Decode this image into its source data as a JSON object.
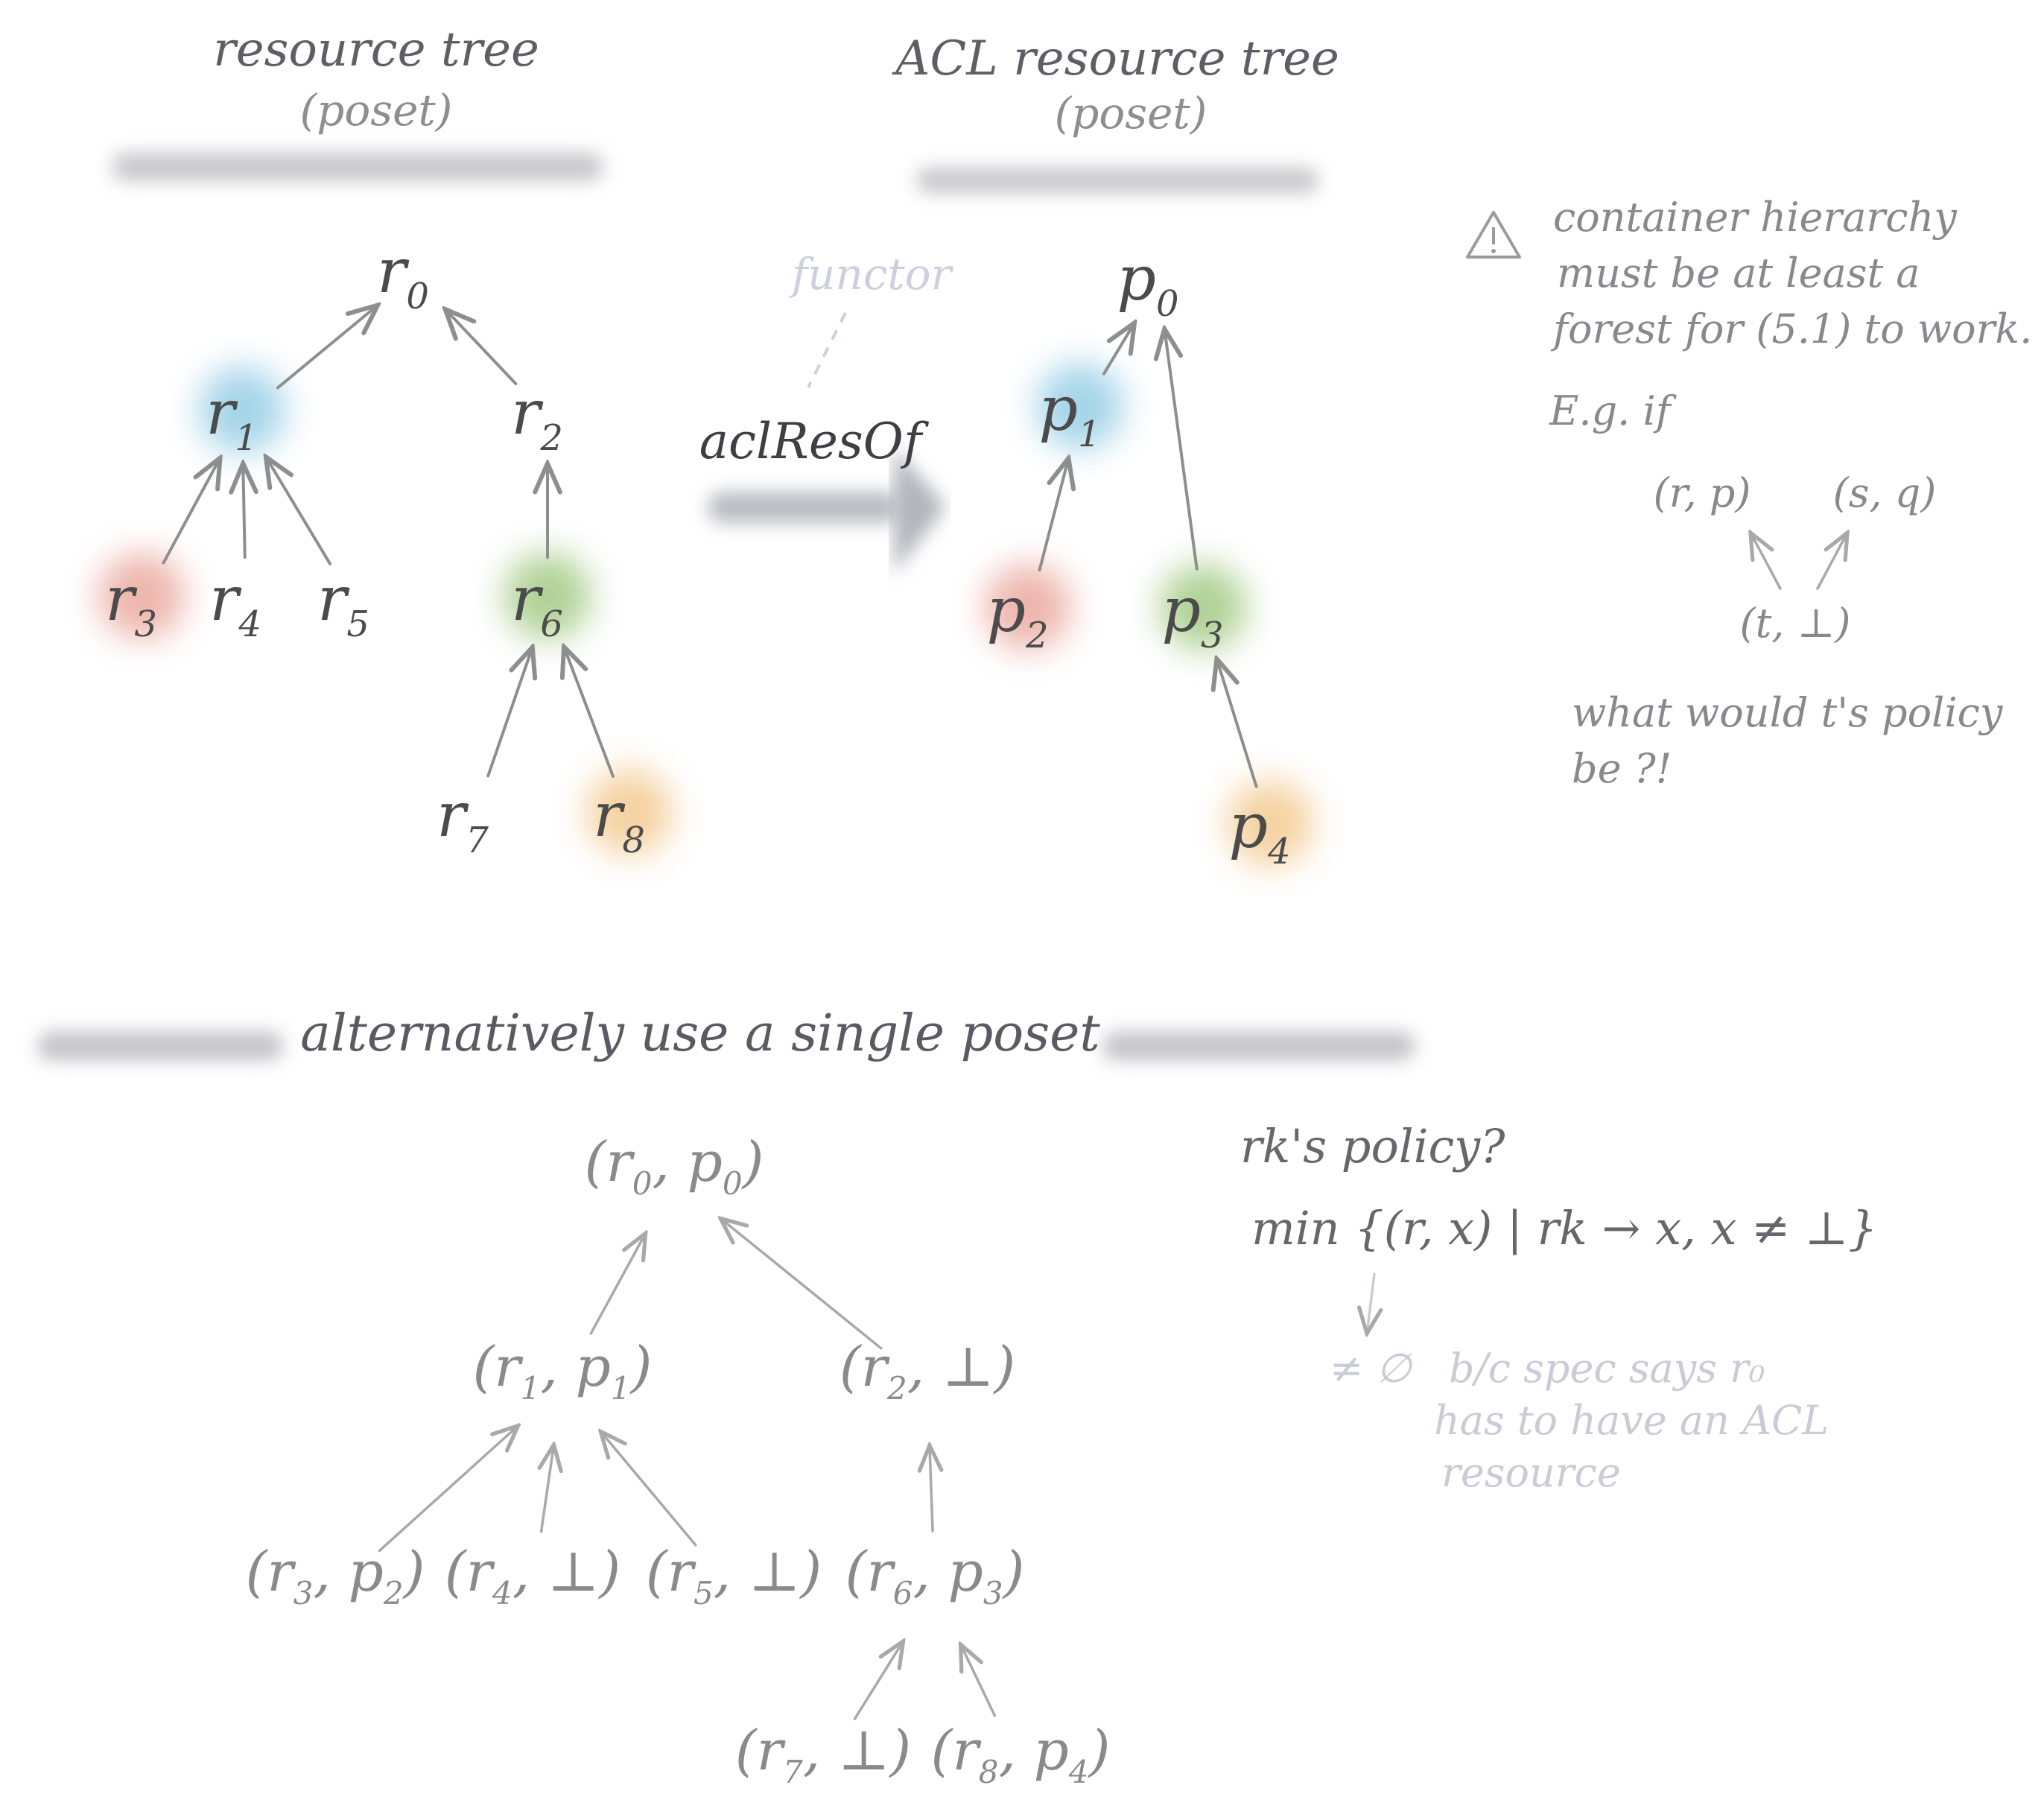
{
  "resource_tree": {
    "title": "resource tree",
    "subtitle": "(poset)",
    "nodes": [
      {
        "id": "r0",
        "base": "r",
        "sub": "0",
        "color": ""
      },
      {
        "id": "r1",
        "base": "r",
        "sub": "1",
        "color": "#7fc3e0"
      },
      {
        "id": "r2",
        "base": "r",
        "sub": "2",
        "color": ""
      },
      {
        "id": "r3",
        "base": "r",
        "sub": "3",
        "color": "#e6978a"
      },
      {
        "id": "r4",
        "base": "r",
        "sub": "4",
        "color": ""
      },
      {
        "id": "r5",
        "base": "r",
        "sub": "5",
        "color": ""
      },
      {
        "id": "r6",
        "base": "r",
        "sub": "6",
        "color": "#8fbf6a"
      },
      {
        "id": "r7",
        "base": "r",
        "sub": "7",
        "color": ""
      },
      {
        "id": "r8",
        "base": "r",
        "sub": "8",
        "color": "#f1c07a"
      }
    ],
    "edges": [
      [
        "r1",
        "r0"
      ],
      [
        "r2",
        "r0"
      ],
      [
        "r3",
        "r1"
      ],
      [
        "r4",
        "r1"
      ],
      [
        "r5",
        "r1"
      ],
      [
        "r6",
        "r2"
      ],
      [
        "r7",
        "r6"
      ],
      [
        "r8",
        "r6"
      ]
    ]
  },
  "arrow": {
    "label": "aclResOf",
    "annotation": "functor"
  },
  "acl_tree": {
    "title": "ACL resource tree",
    "subtitle": "(poset)",
    "nodes": [
      {
        "id": "p0",
        "base": "p",
        "sub": "0",
        "color": ""
      },
      {
        "id": "p1",
        "base": "p",
        "sub": "1",
        "color": "#7fc3e0"
      },
      {
        "id": "p2",
        "base": "p",
        "sub": "2",
        "color": "#e6978a"
      },
      {
        "id": "p3",
        "base": "p",
        "sub": "3",
        "color": "#8fbf6a"
      },
      {
        "id": "p4",
        "base": "p",
        "sub": "4",
        "color": "#f1c07a"
      }
    ],
    "edges": [
      [
        "p1",
        "p0"
      ],
      [
        "p3",
        "p0"
      ],
      [
        "p2",
        "p1"
      ],
      [
        "p4",
        "p3"
      ]
    ]
  },
  "warning": {
    "icon": "warning-triangle-icon",
    "lines": [
      "container hierarchy",
      "must be at least a",
      "forest for (5.1) to work.",
      "E.g. if"
    ],
    "example_nodes": [
      {
        "id": "rp",
        "label": "(r, p)"
      },
      {
        "id": "sq",
        "label": "(s, q)"
      },
      {
        "id": "tb",
        "label": "(t, ⊥)"
      }
    ],
    "question_lines": [
      "what would t's policy",
      "be ?!"
    ]
  },
  "single_poset": {
    "title": "alternatively use a single poset",
    "nodes": [
      {
        "id": "q0",
        "r": "0",
        "p": "0"
      },
      {
        "id": "q1",
        "r": "1",
        "p": "1"
      },
      {
        "id": "q2",
        "r": "2",
        "p": ""
      },
      {
        "id": "q3",
        "r": "3",
        "p": "2"
      },
      {
        "id": "q4",
        "r": "4",
        "p": ""
      },
      {
        "id": "q5",
        "r": "5",
        "p": ""
      },
      {
        "id": "q6",
        "r": "6",
        "p": "3"
      },
      {
        "id": "q7",
        "r": "7",
        "p": ""
      },
      {
        "id": "q8",
        "r": "8",
        "p": "4"
      }
    ],
    "edges": [
      [
        "q1",
        "q0"
      ],
      [
        "q2",
        "q0"
      ],
      [
        "q3",
        "q1"
      ],
      [
        "q4",
        "q1"
      ],
      [
        "q5",
        "q1"
      ],
      [
        "q6",
        "q2"
      ],
      [
        "q7",
        "q6"
      ],
      [
        "q8",
        "q6"
      ]
    ]
  },
  "policy": {
    "question": "rk's policy?",
    "formula": "min {(r, x) | rk → x, x ≠ ⊥}",
    "result": "≠ ∅",
    "reason_lines": [
      "b/c spec says r₀",
      "has to have an ACL",
      "resource"
    ]
  }
}
